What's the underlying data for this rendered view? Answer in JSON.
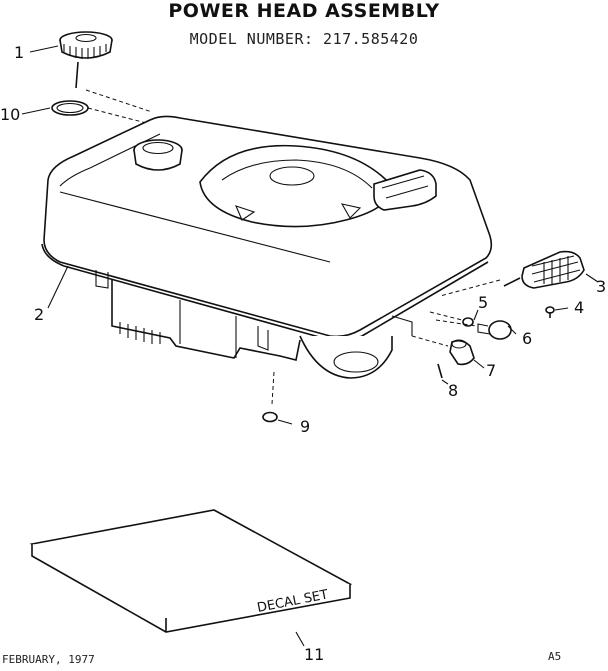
{
  "title": "POWER HEAD ASSEMBLY",
  "model_line": "MODEL NUMBER: 217.585420",
  "footer": {
    "date": "FEBRUARY, 1977",
    "page_code": "A5"
  },
  "decal_label": "DECAL SET",
  "callouts": {
    "c1": "1",
    "c2": "2",
    "c3": "3",
    "c4": "4",
    "c5": "5",
    "c6": "6",
    "c7": "7",
    "c8": "8",
    "c9": "9",
    "c10": "10",
    "c11": "11"
  }
}
